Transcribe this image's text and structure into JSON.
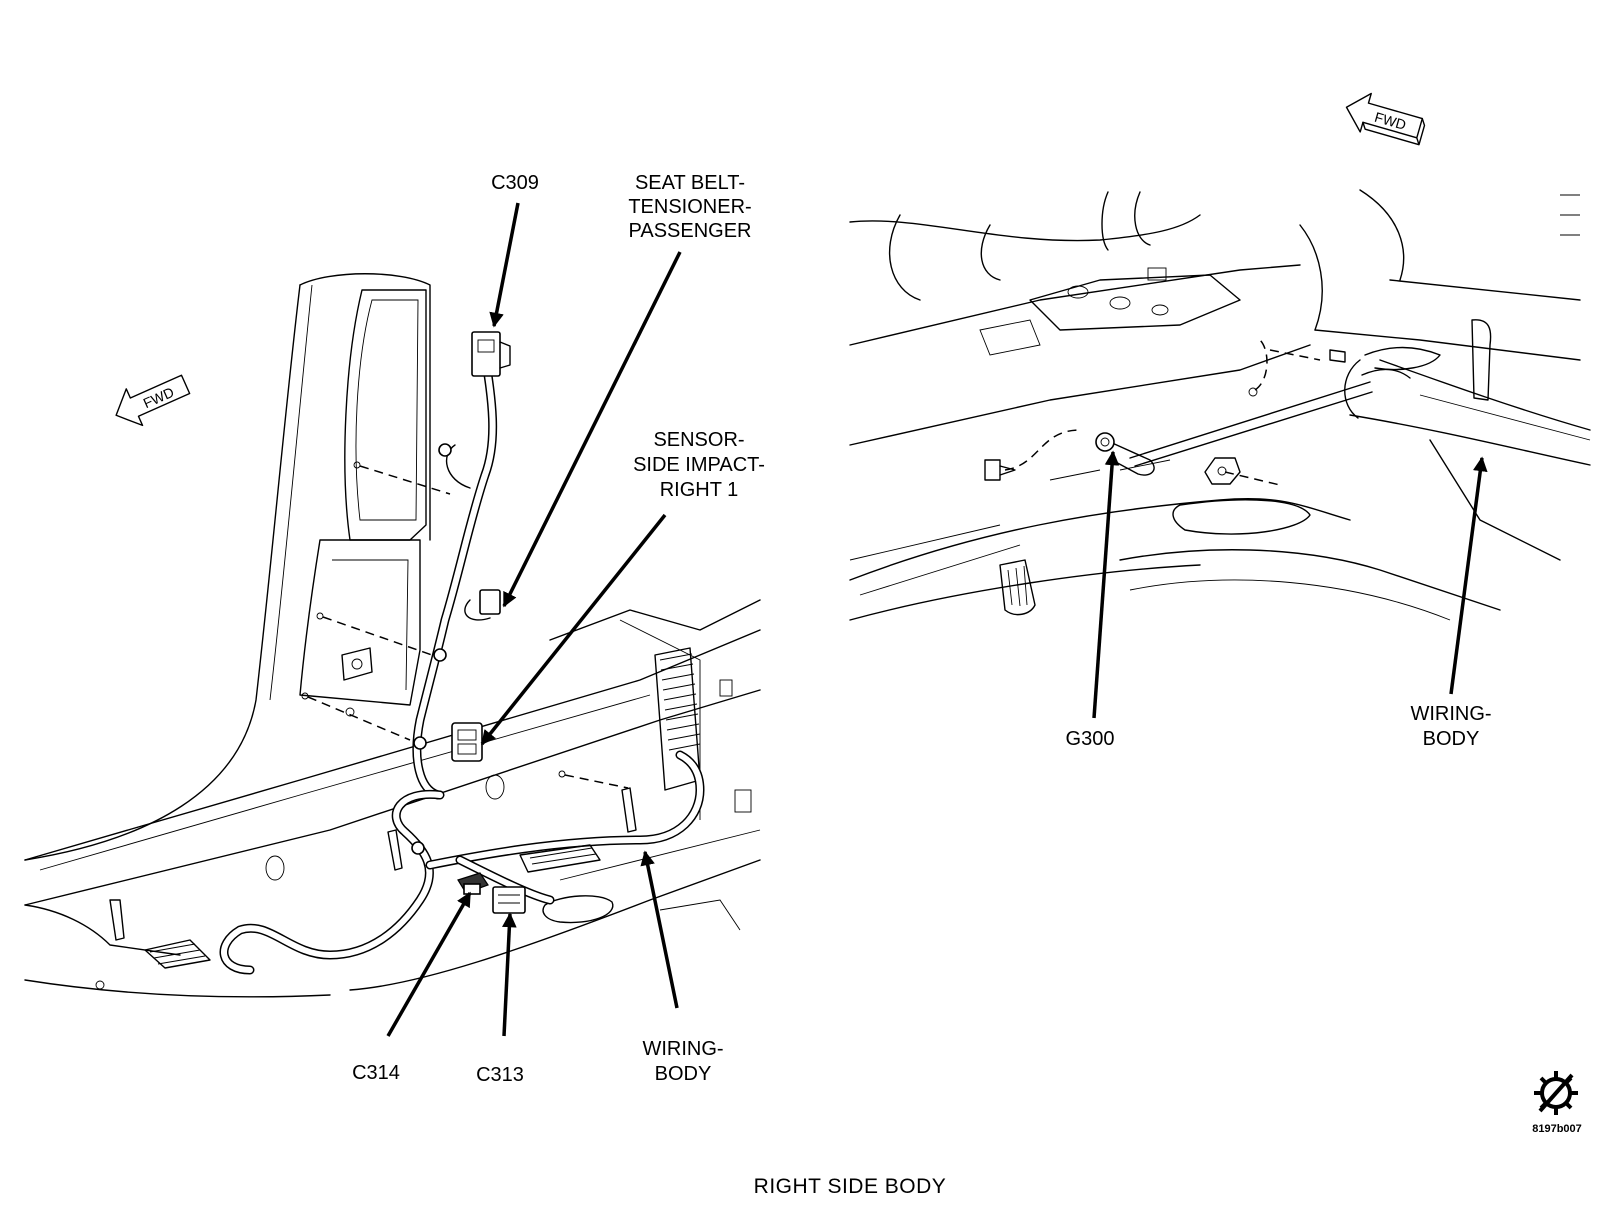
{
  "figure": {
    "caption": "RIGHT SIDE BODY",
    "figure_code": "8197b007"
  },
  "fwd_label": "FWD",
  "left_view": {
    "labels": {
      "c309": "C309",
      "seat_belt_line1": "SEAT BELT-",
      "seat_belt_line2": "TENSIONER-",
      "seat_belt_line3": "PASSENGER",
      "sensor_line1": "SENSOR-",
      "sensor_line2": "SIDE IMPACT-",
      "sensor_line3": "RIGHT 1",
      "wiring_line1": "WIRING-",
      "wiring_line2": "BODY",
      "c314": "C314",
      "c313": "C313"
    }
  },
  "right_view": {
    "labels": {
      "g300": "G300",
      "wiring_line1": "WIRING-",
      "wiring_line2": "BODY"
    }
  },
  "icons": {
    "fwd_arrow": "fwd-arrow-icon",
    "revision": "revision-symbol-icon"
  }
}
